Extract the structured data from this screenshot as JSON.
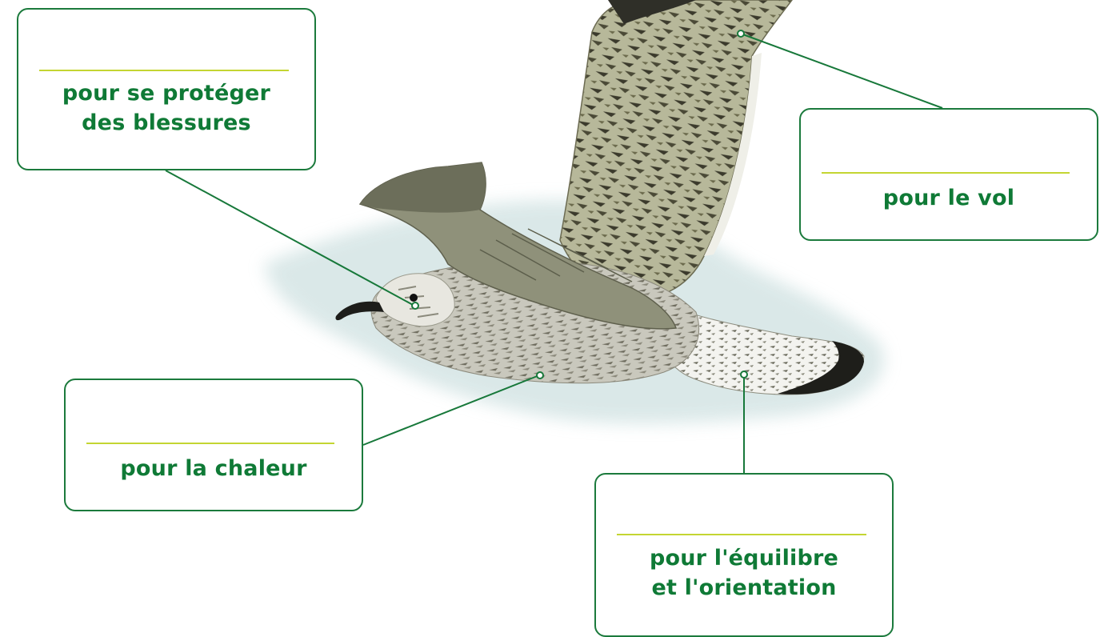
{
  "labels": {
    "protection": "pour se protéger\ndes blessures",
    "flight": "pour le vol",
    "warmth": "pour la chaleur",
    "balance": "pour l'équilibre\net l'orientation"
  },
  "colors": {
    "border": "#1b7a3c",
    "text": "#0f7a36",
    "answer_line": "#c4d532",
    "leader_line": "#17783a",
    "shadow": "#d7e6e6"
  },
  "illustration": "seagull-in-flight"
}
